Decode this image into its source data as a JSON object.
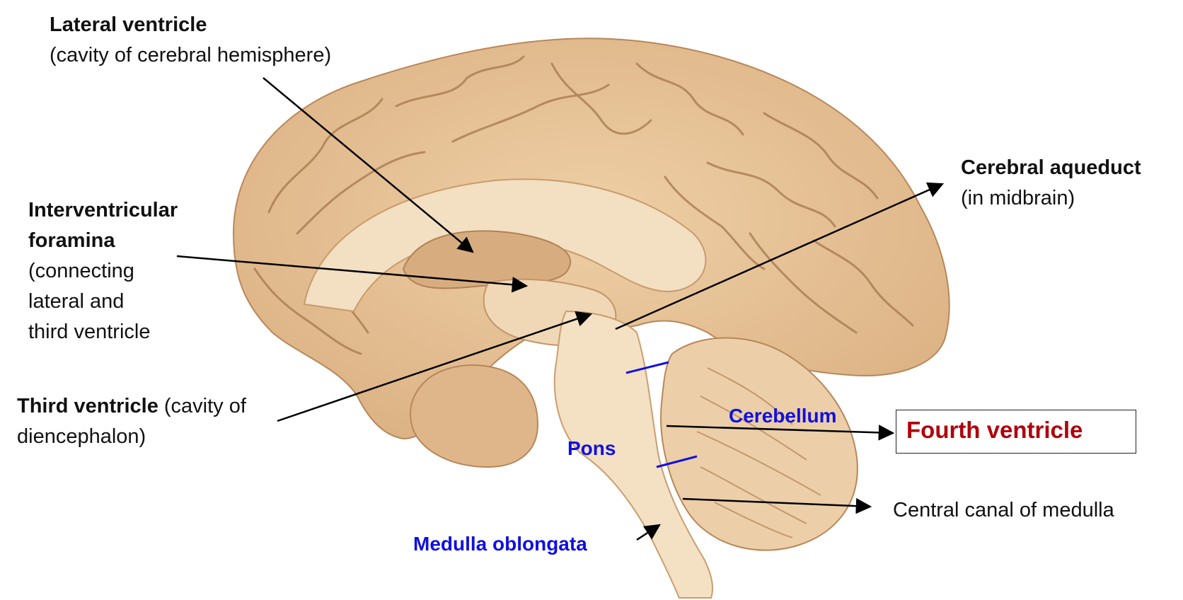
{
  "labels": {
    "lateral_ventricle": {
      "title": "Lateral ventricle",
      "detail": "(cavity of cerebral hemisphere)"
    },
    "interventricular": {
      "title_1": "Interventricular",
      "title_2": "foramina",
      "detail_1": "(connecting",
      "detail_2": "lateral and",
      "detail_3": "third ventricle"
    },
    "third_ventricle": {
      "title": "Third ventricle",
      "detail_1": " (cavity of",
      "detail_2": "diencephalon)"
    },
    "cerebral_aqueduct": {
      "title": "Cerebral aqueduct",
      "detail": "(in midbrain)"
    },
    "fourth_ventricle": "Fourth ventricle",
    "central_canal": "Central canal of medulla",
    "cerebellum": "Cerebellum",
    "pons": "Pons",
    "medulla": "Medulla oblongata"
  },
  "colors": {
    "brain_tissue": "#e8c49a",
    "brain_light": "#f3dfc2",
    "sulcus": "#a4774c",
    "label_blue": "#1010e0",
    "label_red": "#b0000c",
    "text": "#111111"
  }
}
